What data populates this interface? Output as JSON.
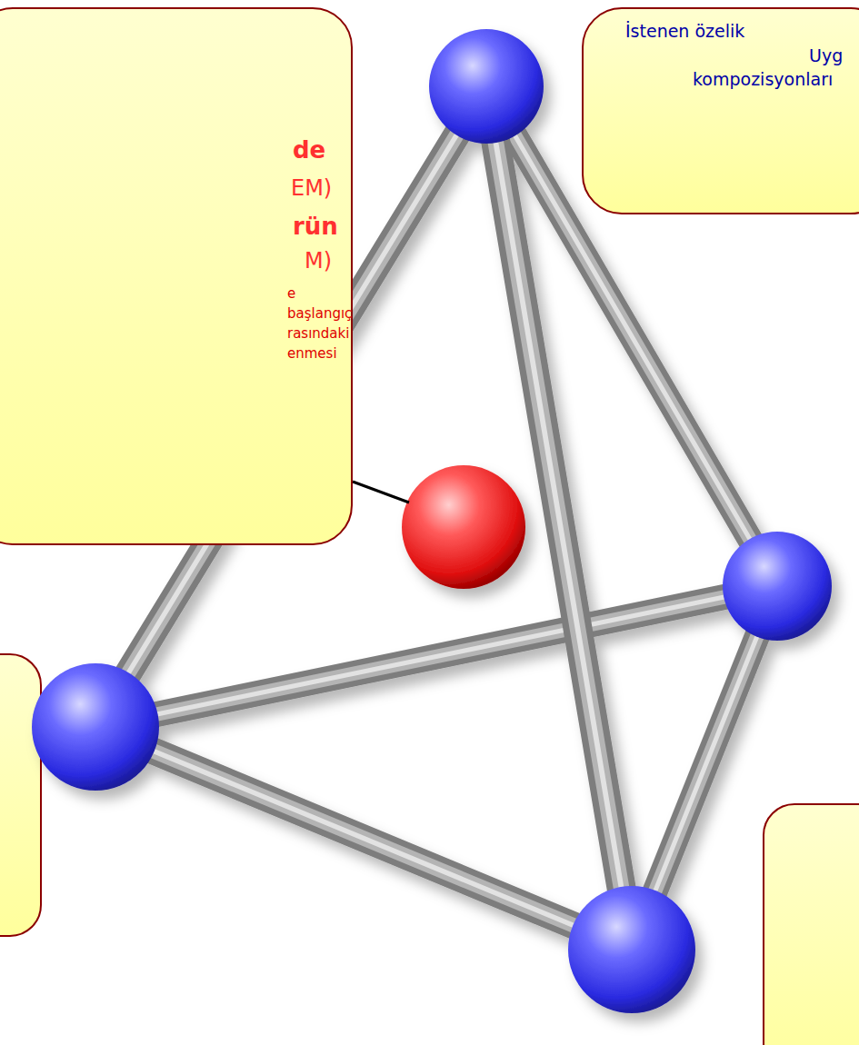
{
  "diagram": {
    "nodes": [
      {
        "text": [
          "de",
          "EM)",
          "rün",
          "M)",
          "e başlangıç rasındaki enmesi"
        ]
      },
      {
        "text": [
          "İstenen özelik",
          "Uyg",
          "kompozisyonları"
        ]
      }
    ]
  }
}
